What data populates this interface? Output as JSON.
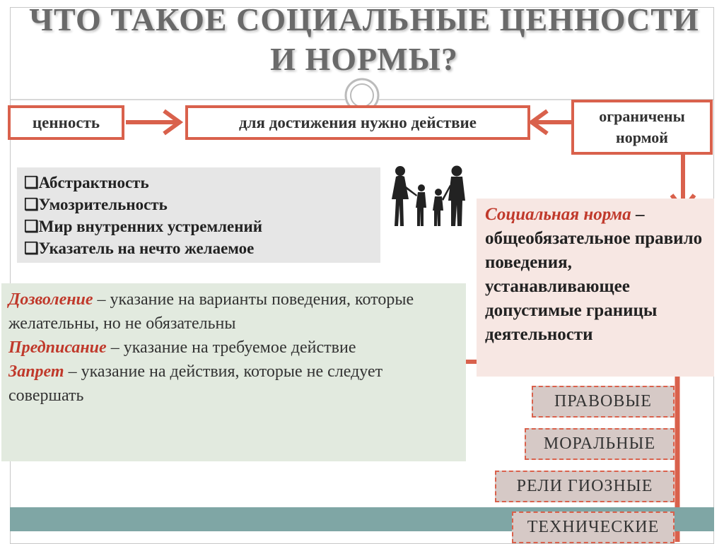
{
  "title": {
    "line1": "ЧТО ТАКОЕ СОЦИАЛЬНЫЕ ЦЕННОСТИ",
    "line2": "И НОРМЫ?"
  },
  "flow": {
    "value_label": "ценность",
    "action_label": "для достижения нужно действие",
    "limited_label_line1": "ограничены",
    "limited_label_line2": "нормой"
  },
  "value_traits": [
    "❑Абстрактность",
    "❑Умозрительность",
    "❑Мир внутренних устремлений",
    "❑Указатель на нечто желаемое"
  ],
  "norm_kinds": {
    "permission_term": "Дозволение",
    "permission_text": " – указание на варианты поведения, которые желательны, но не обязательны",
    "prescription_term": "Предписание",
    "prescription_text": " – указание на требуемое действие",
    "prohibition_term": "Запрет",
    "prohibition_text": " – указание на действия, которые не следует совершать"
  },
  "social_norm": {
    "term": "Социальная норма",
    "dash": " –",
    "definition": " общеобязательное правило поведения, устанавливающее допустимые границы деятельности"
  },
  "norm_types": [
    "ПРАВОВЫЕ",
    "МОРАЛЬНЫЕ",
    "РЕЛИ ГИОЗНЫЕ",
    "ТЕХНИЧЕСКИЕ"
  ],
  "colors": {
    "accent": "#d9614c",
    "term": "#c0392b",
    "bar": "#7fa6a5"
  }
}
